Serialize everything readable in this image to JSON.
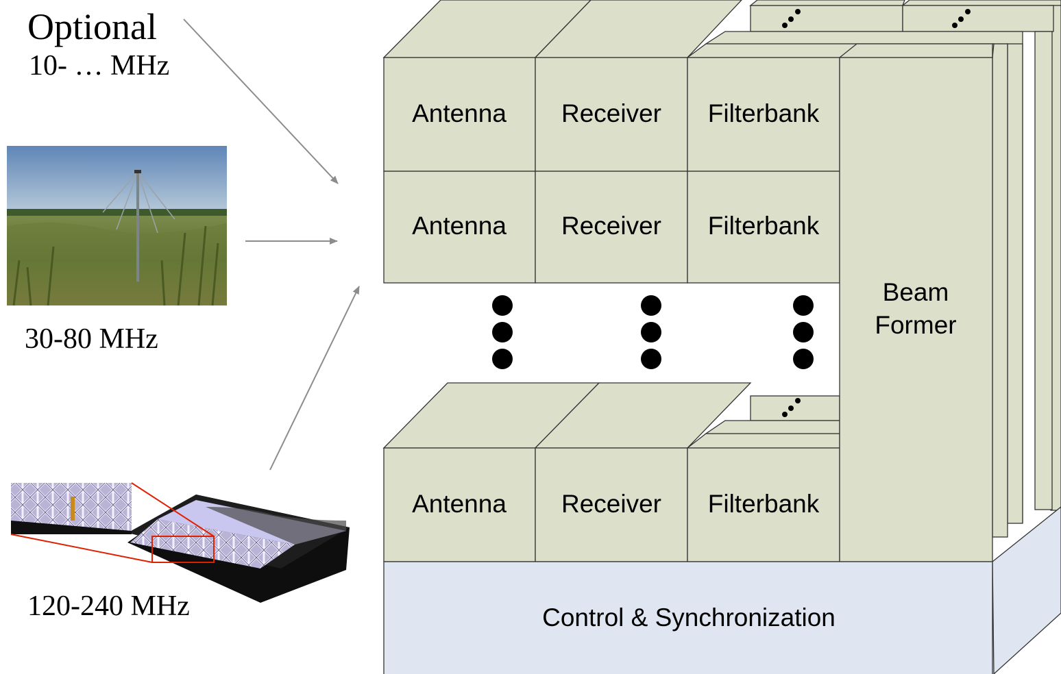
{
  "bands": {
    "optional_title": "Optional",
    "optional_range": "10- … MHz",
    "lba_range": "30-80 MHz",
    "hba_range": "120-240 MHz"
  },
  "modules": {
    "antenna": "Antenna",
    "receiver": "Receiver",
    "filterbank": "Filterbank",
    "beamformer_line1": "Beam",
    "beamformer_line2": "Former",
    "control": "Control & Synchronization"
  },
  "colors": {
    "module_fill": "#dce0cb",
    "base_fill": "#dfe5f1",
    "arrow": "#8c8c8c",
    "highlight": "#e02000"
  },
  "icons": [
    "lba-antenna-photo",
    "hba-tile-render"
  ]
}
